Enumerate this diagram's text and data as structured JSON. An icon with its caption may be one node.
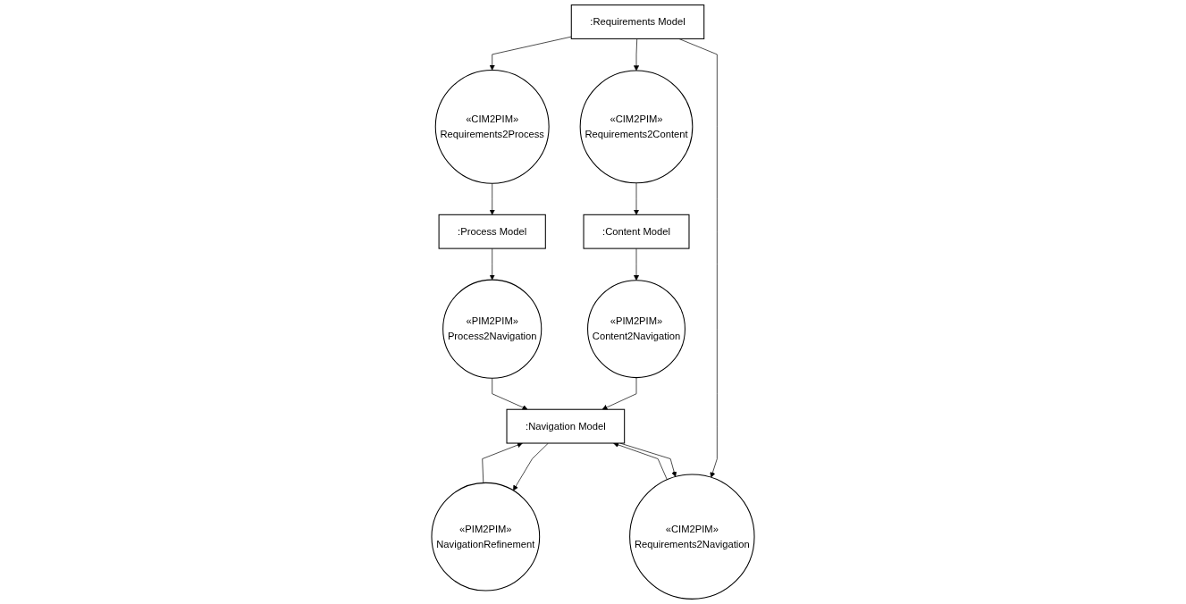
{
  "diagram": {
    "nodes": [
      {
        "text": [
          ":Requirements Model"
        ]
      },
      {
        "text": [
          "«CIM2PIM»",
          "Requirements2Content"
        ]
      },
      {
        "text": [
          "«CIM2PIM»",
          "Requirements2Navigation"
        ]
      },
      {
        "text": [
          "«CIM2PIM»",
          "Requirements2Process"
        ]
      },
      {
        "text": [
          ":Content Model"
        ]
      },
      {
        "text": [
          ":Navigation Model"
        ]
      },
      {
        "text": [
          ":Process Model"
        ]
      },
      {
        "text": [
          "«PIM2PIM»",
          "Content2Navigation"
        ]
      },
      {
        "text": [
          "«PIM2PIM»",
          "Process2Navigation"
        ]
      },
      {
        "text": [
          "«PIM2PIM»",
          "NavigationRefinement"
        ]
      }
    ],
    "edges": [
      {
        "from": 0,
        "to": 1,
        "arrow": "to"
      },
      {
        "from": 0,
        "to": 2,
        "arrow": "to"
      },
      {
        "from": 0,
        "to": 3,
        "arrow": "to"
      },
      {
        "from": 1,
        "to": 4,
        "arrow": "to"
      },
      {
        "from": 2,
        "to": 5,
        "arrow": "to"
      },
      {
        "from": 3,
        "to": 6,
        "arrow": "to"
      },
      {
        "from": 4,
        "to": 7,
        "arrow": "to"
      },
      {
        "from": 7,
        "to": 5,
        "arrow": "to"
      },
      {
        "from": 6,
        "to": 8,
        "arrow": "to"
      },
      {
        "from": 8,
        "to": 5,
        "arrow": "to"
      },
      {
        "from": 5,
        "to": 9,
        "arrow": "to"
      },
      {
        "from": 9,
        "to": 5,
        "arrow": "to"
      },
      {
        "from": 5,
        "to": 2,
        "arrow": "to"
      }
    ]
  }
}
